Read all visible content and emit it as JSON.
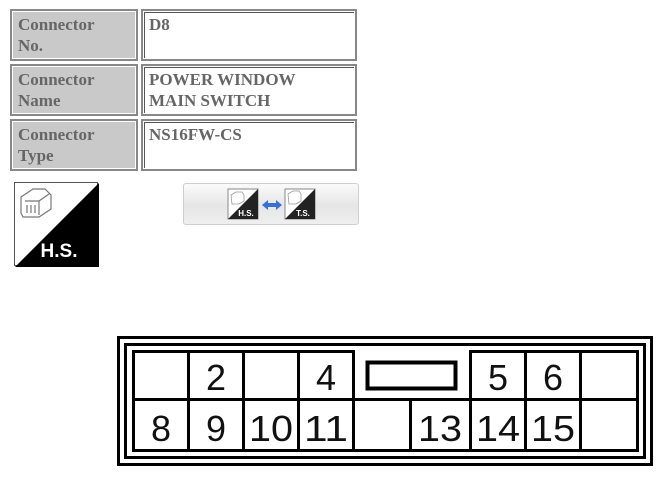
{
  "connector_info": [
    {
      "label": "Connector No.",
      "label_lines": [
        "Connector",
        "No."
      ],
      "value_lines": [
        "D8"
      ]
    },
    {
      "label": "Connector Name",
      "label_lines": [
        "Connector",
        "Name"
      ],
      "value_lines": [
        "POWER WINDOW",
        "MAIN SWITCH"
      ]
    },
    {
      "label": "Connector Type",
      "label_lines": [
        "Connector",
        "Type"
      ],
      "value_lines": [
        "NS16FW-CS"
      ]
    }
  ],
  "view_icon": {
    "icon": "harness-side-icon",
    "text": "H.S."
  },
  "toggle_button": {
    "left_icon": "harness-side-icon",
    "right_icon": "terminal-side-icon",
    "left_text": "H.S.",
    "right_text": "T.S.",
    "arrow_icon": "double-arrow-icon"
  },
  "connector_pins": {
    "top_row": [
      "",
      "2",
      "",
      "4",
      "",
      "5",
      "6",
      ""
    ],
    "bottom_row": [
      "8",
      "9",
      "10",
      "11",
      "",
      "13",
      "14",
      "15",
      ""
    ]
  },
  "colors": {
    "label_bg": "#c9c9c9",
    "text": "#666666",
    "arrow": "#3b6fd6"
  }
}
